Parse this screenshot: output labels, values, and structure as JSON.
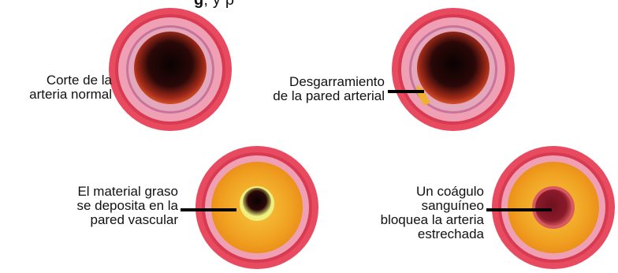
{
  "header": {
    "bold_part": "g",
    "regular_part": ", y p"
  },
  "labels": {
    "normal": "Corte de la\narteria normal",
    "tear": "Desgarramiento\nde la pared arterial",
    "fatty": "El material graso\nse deposita en la\npared vascular",
    "clot": "Un coágulo\nsanguíneo\nbloquea la arteria\nestrechada"
  },
  "colors": {
    "outer_wall": "#e84a5f",
    "middle_wall": "#f0a0b4",
    "inner_wall": "#c9729a",
    "lumen_dark": "#1a0606",
    "lumen_edge": "#c0341c",
    "plaque": "#f0a020",
    "clot": "#8a1a2a",
    "leader_line": "#000000"
  }
}
